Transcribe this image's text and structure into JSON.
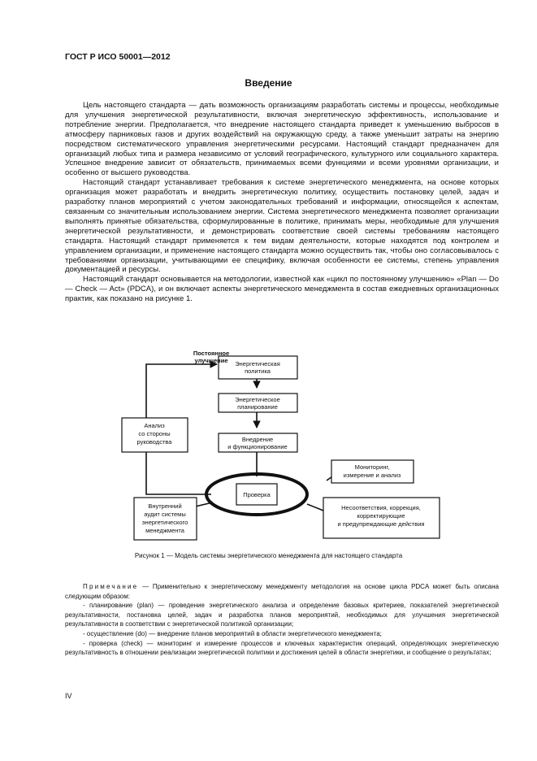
{
  "header": {
    "doc_id": "ГОСТ Р ИСО 50001—2012"
  },
  "title": "Введение",
  "intro": {
    "p1": "Цель настоящего стандарта — дать возможность организациям разработать системы и процессы, необходимые для улучшения энергетической результативности, включая энергетическую эффективность, использование и потребление энергии. Предполагается, что внедрение настоящего стандарта приведет к уменьшению выбросов в атмосферу парниковых газов и других воздействий на окружающую среду, а также уменьшит затраты на энергию посредством систематического управления энергетическими ресурсами. Настоящий стандарт предназначен для организаций любых типа и размера независимо от условий географического, культурного или социального характера. Успешное внедрение зависит от обязательств, принимаемых всеми функциями и всеми уровнями организации, и особенно от высшего руководства.",
    "p2": "Настоящий стандарт устанавливает требования к системе энергетического менеджмента, на основе которых организация может разработать и внедрить энергетическую политику, осуществить постановку целей, задач и разработку планов мероприятий с учетом законодательных требований и информации, относящейся к аспектам, связанным со значительным использованием энергии. Система энергетического менеджмента позволяет организации выполнять принятые обязательства, сформулированные в политике, принимать меры, необходимые для улучшения энергетической результативности, и демонстрировать соответствие своей системы требованиям настоящего стандарта. Настоящий стандарт применяется к тем видам деятельности, которые находятся под контролем и управлением организации, и применение настоящего стандарта можно осуществить так, чтобы оно согласовывалось с требованиями организации, учитывающими ее специфику, включая особенности ее системы, степень управления документацией и ресурсы.",
    "p3": "Настоящий стандарт основывается на методологии, известной как «цикл по постоянному улучшению» «Plan — Do — Check — Act» (PDCA), и он включает аспекты энергетического менеджмента в состав ежедневных организационных практик, как показано на рисунке 1."
  },
  "diagram": {
    "continuous_improvement": [
      "Постоянное",
      "улучшение"
    ],
    "energy_policy": [
      "Энергетическая",
      "политика"
    ],
    "energy_planning": [
      "Энергетическое",
      "планирование"
    ],
    "implementation": [
      "Внедрение",
      "и функционирование"
    ],
    "check": "Проверка",
    "management_review": [
      "Анализ",
      "со стороны",
      "руководства"
    ],
    "monitoring": [
      "Мониторинг,",
      "измерение и анализ"
    ],
    "internal_audit": [
      "Внутренний",
      "аудит системы",
      "энергетического",
      "менеджмента"
    ],
    "nonconformities": [
      "Несоответствия, коррекция,",
      "корректирующие",
      "и предупреждающие действия"
    ]
  },
  "caption": "Рисунок 1 — Модель системы энергетического менеджмента для настоящего стандарта",
  "note": {
    "label": "Примечание",
    "intro": " — Применительно к энергетическому менеджменту методология на основе цикла PDCA может быть описана следующим образом:",
    "items": [
      "- планирование (plan) — проведение энергетического анализа и определение базовых критериев, показателей энергетической результативности, постановка целей, задач и разработка планов мероприятий, необходимых для улучшения энергетической результативности в соответствии с энергетической политикой организации;",
      "- осуществление (do) — внедрение планов мероприятий в области энергетического менеджмента;",
      "- проверка (check) — мониторинг и измерение процессов и ключевых характеристик операций, определяющих энергетическую результативность в отношении реализации энергетической политики и достижения целей в области энергетики, и сообщение о результатах;"
    ]
  },
  "footer": {
    "page_number": "IV"
  }
}
